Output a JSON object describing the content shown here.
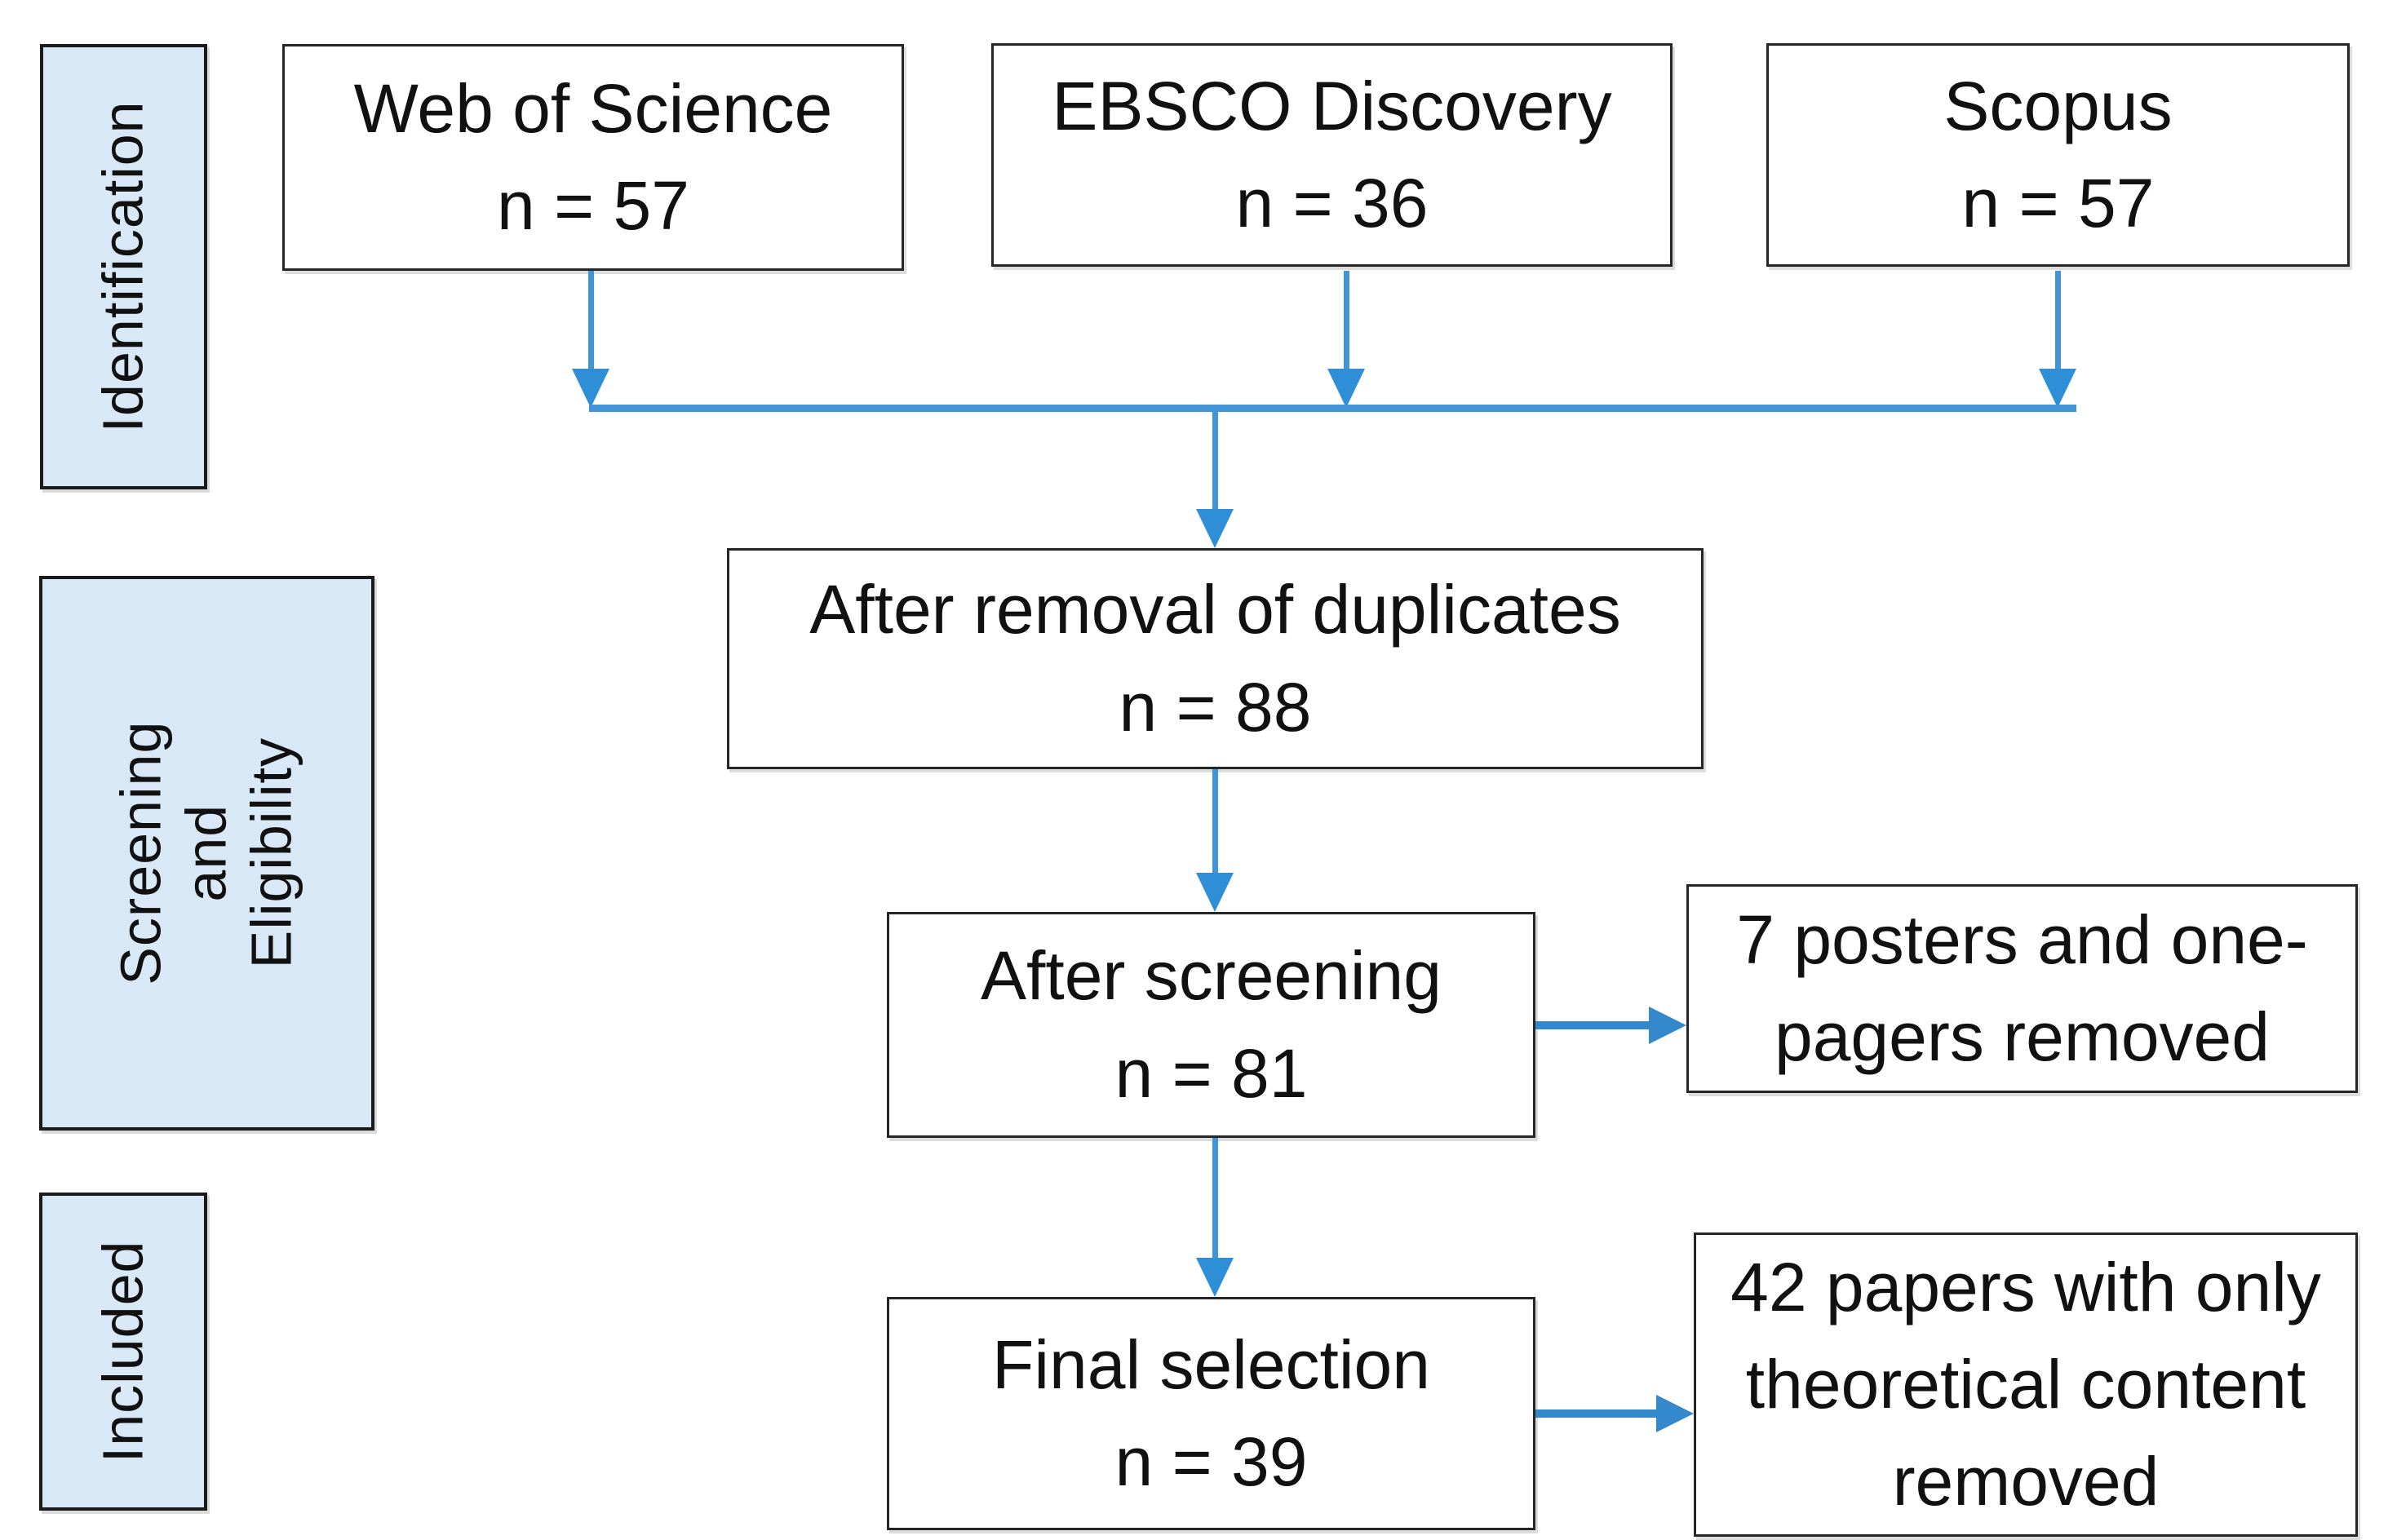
{
  "colors": {
    "stage_fill": "#d9e8f6",
    "stage_border": "#1b1b1b",
    "node_border": "#262626",
    "text": "#111111",
    "arrow_line": "#4195d6",
    "arrow_head": "#2e8fd6",
    "thick_arrow": "#3489cc"
  },
  "stages": {
    "identification": "Identification",
    "screening": "Screening\nand\nEligibility",
    "included": "Included"
  },
  "sources": [
    {
      "label": "Web of Science",
      "count": "n = 57"
    },
    {
      "label": "EBSCO Discovery",
      "count": "n = 36"
    },
    {
      "label": "Scopus",
      "count": "n = 57"
    }
  ],
  "process": [
    {
      "label": "After removal of duplicates",
      "count": "n = 88"
    },
    {
      "label": "After screening",
      "count": "n = 81"
    },
    {
      "label": "Final selection",
      "count": "n = 39"
    }
  ],
  "exclusions": [
    {
      "text": "7 posters and one-\npagers removed"
    },
    {
      "text": "42 papers with only\ntheoretical content\nremoved"
    }
  ]
}
